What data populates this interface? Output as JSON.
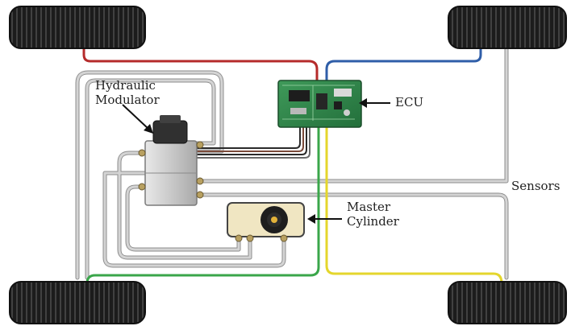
{
  "labels": {
    "hydraulic_modulator": [
      "Hydraulic",
      "Modulator"
    ],
    "ecu": "ECU",
    "sensors": "Sensors",
    "master_cylinder": [
      "Master",
      "Cylinder"
    ]
  },
  "colors": {
    "tire": "#1c1c1c",
    "brake_line": "#c8c8c8",
    "line_outline": "#8e8e8e",
    "sensor_front_left": "#b52b2b",
    "sensor_front_right": "#2f5ea8",
    "sensor_rear_left": "#3aa64a",
    "sensor_rear_right": "#e4d62c",
    "ecu_board": "#2f8b4d",
    "modulator_body": "#cfcfcf",
    "modulator_motor": "#303030",
    "master_cylinder_body": "#f0e6c2"
  },
  "components": [
    {
      "name": "tire-front-left",
      "icon": "tire-icon"
    },
    {
      "name": "tire-front-right",
      "icon": "tire-icon"
    },
    {
      "name": "tire-rear-left",
      "icon": "tire-icon"
    },
    {
      "name": "tire-rear-right",
      "icon": "tire-icon"
    },
    {
      "name": "hydraulic-modulator",
      "icon": "hydraulic-modulator-icon"
    },
    {
      "name": "ecu-board",
      "icon": "circuit-board-icon"
    },
    {
      "name": "master-cylinder",
      "icon": "master-cylinder-icon"
    }
  ]
}
